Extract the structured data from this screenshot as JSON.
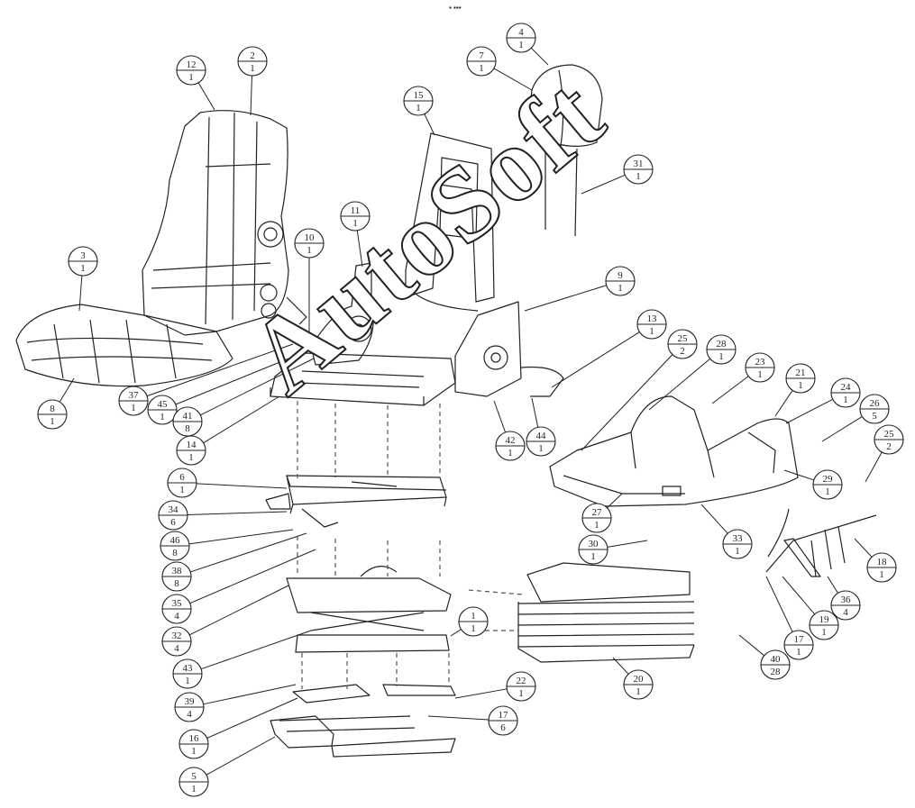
{
  "watermark": "AutoSoft",
  "top_mark": "▪ ▪▪▪",
  "callouts": [
    {
      "id": "c-2-1",
      "num": "2",
      "qty": "1"
    },
    {
      "id": "c-12-1",
      "num": "12",
      "qty": "1"
    },
    {
      "id": "c-3-1",
      "num": "3",
      "qty": "1"
    },
    {
      "id": "c-8-1",
      "num": "8",
      "qty": "1"
    },
    {
      "id": "c-37-1",
      "num": "37",
      "qty": "1"
    },
    {
      "id": "c-45-1",
      "num": "45",
      "qty": "1"
    },
    {
      "id": "c-41-8",
      "num": "41",
      "qty": "8"
    },
    {
      "id": "c-10-1",
      "num": "10",
      "qty": "1"
    },
    {
      "id": "c-11-1",
      "num": "11",
      "qty": "1"
    },
    {
      "id": "c-14-1",
      "num": "14",
      "qty": "1"
    },
    {
      "id": "c-15-1",
      "num": "15",
      "qty": "1"
    },
    {
      "id": "c-7-1",
      "num": "7",
      "qty": "1"
    },
    {
      "id": "c-4-1",
      "num": "4",
      "qty": "1"
    },
    {
      "id": "c-31-1",
      "num": "31",
      "qty": "1"
    },
    {
      "id": "c-9-1",
      "num": "9",
      "qty": "1"
    },
    {
      "id": "c-13-1",
      "num": "13",
      "qty": "1"
    },
    {
      "id": "c-25-2a",
      "num": "25",
      "qty": "2"
    },
    {
      "id": "c-28-1",
      "num": "28",
      "qty": "1"
    },
    {
      "id": "c-23-1",
      "num": "23",
      "qty": "1"
    },
    {
      "id": "c-21-1",
      "num": "21",
      "qty": "1"
    },
    {
      "id": "c-24-1",
      "num": "24",
      "qty": "1"
    },
    {
      "id": "c-26-5",
      "num": "26",
      "qty": "5"
    },
    {
      "id": "c-25-2b",
      "num": "25",
      "qty": "2"
    },
    {
      "id": "c-29-1",
      "num": "29",
      "qty": "1"
    },
    {
      "id": "c-42-1",
      "num": "42",
      "qty": "1"
    },
    {
      "id": "c-44-1",
      "num": "44",
      "qty": "1"
    },
    {
      "id": "c-6-1",
      "num": "6",
      "qty": "1"
    },
    {
      "id": "c-34-6",
      "num": "34",
      "qty": "6"
    },
    {
      "id": "c-46-8",
      "num": "46",
      "qty": "8"
    },
    {
      "id": "c-38-8",
      "num": "38",
      "qty": "8"
    },
    {
      "id": "c-35-4",
      "num": "35",
      "qty": "4"
    },
    {
      "id": "c-32-4",
      "num": "32",
      "qty": "4"
    },
    {
      "id": "c-43-1",
      "num": "43",
      "qty": "1"
    },
    {
      "id": "c-27-1",
      "num": "27",
      "qty": "1"
    },
    {
      "id": "c-33-1",
      "num": "33",
      "qty": "1"
    },
    {
      "id": "c-30-1",
      "num": "30",
      "qty": "1"
    },
    {
      "id": "c-18-1",
      "num": "18",
      "qty": "1"
    },
    {
      "id": "c-36-4",
      "num": "36",
      "qty": "4"
    },
    {
      "id": "c-19-1",
      "num": "19",
      "qty": "1"
    },
    {
      "id": "c-17-1a",
      "num": "17",
      "qty": "1"
    },
    {
      "id": "c-40-28",
      "num": "40",
      "qty": "28"
    },
    {
      "id": "c-1-1",
      "num": "1",
      "qty": "1"
    },
    {
      "id": "c-20-1",
      "num": "20",
      "qty": "1"
    },
    {
      "id": "c-39-4",
      "num": "39",
      "qty": "4"
    },
    {
      "id": "c-22-1",
      "num": "22",
      "qty": "1"
    },
    {
      "id": "c-17-6",
      "num": "17",
      "qty": "6"
    },
    {
      "id": "c-16-1",
      "num": "16",
      "qty": "1"
    },
    {
      "id": "c-5-1",
      "num": "5",
      "qty": "1"
    }
  ]
}
